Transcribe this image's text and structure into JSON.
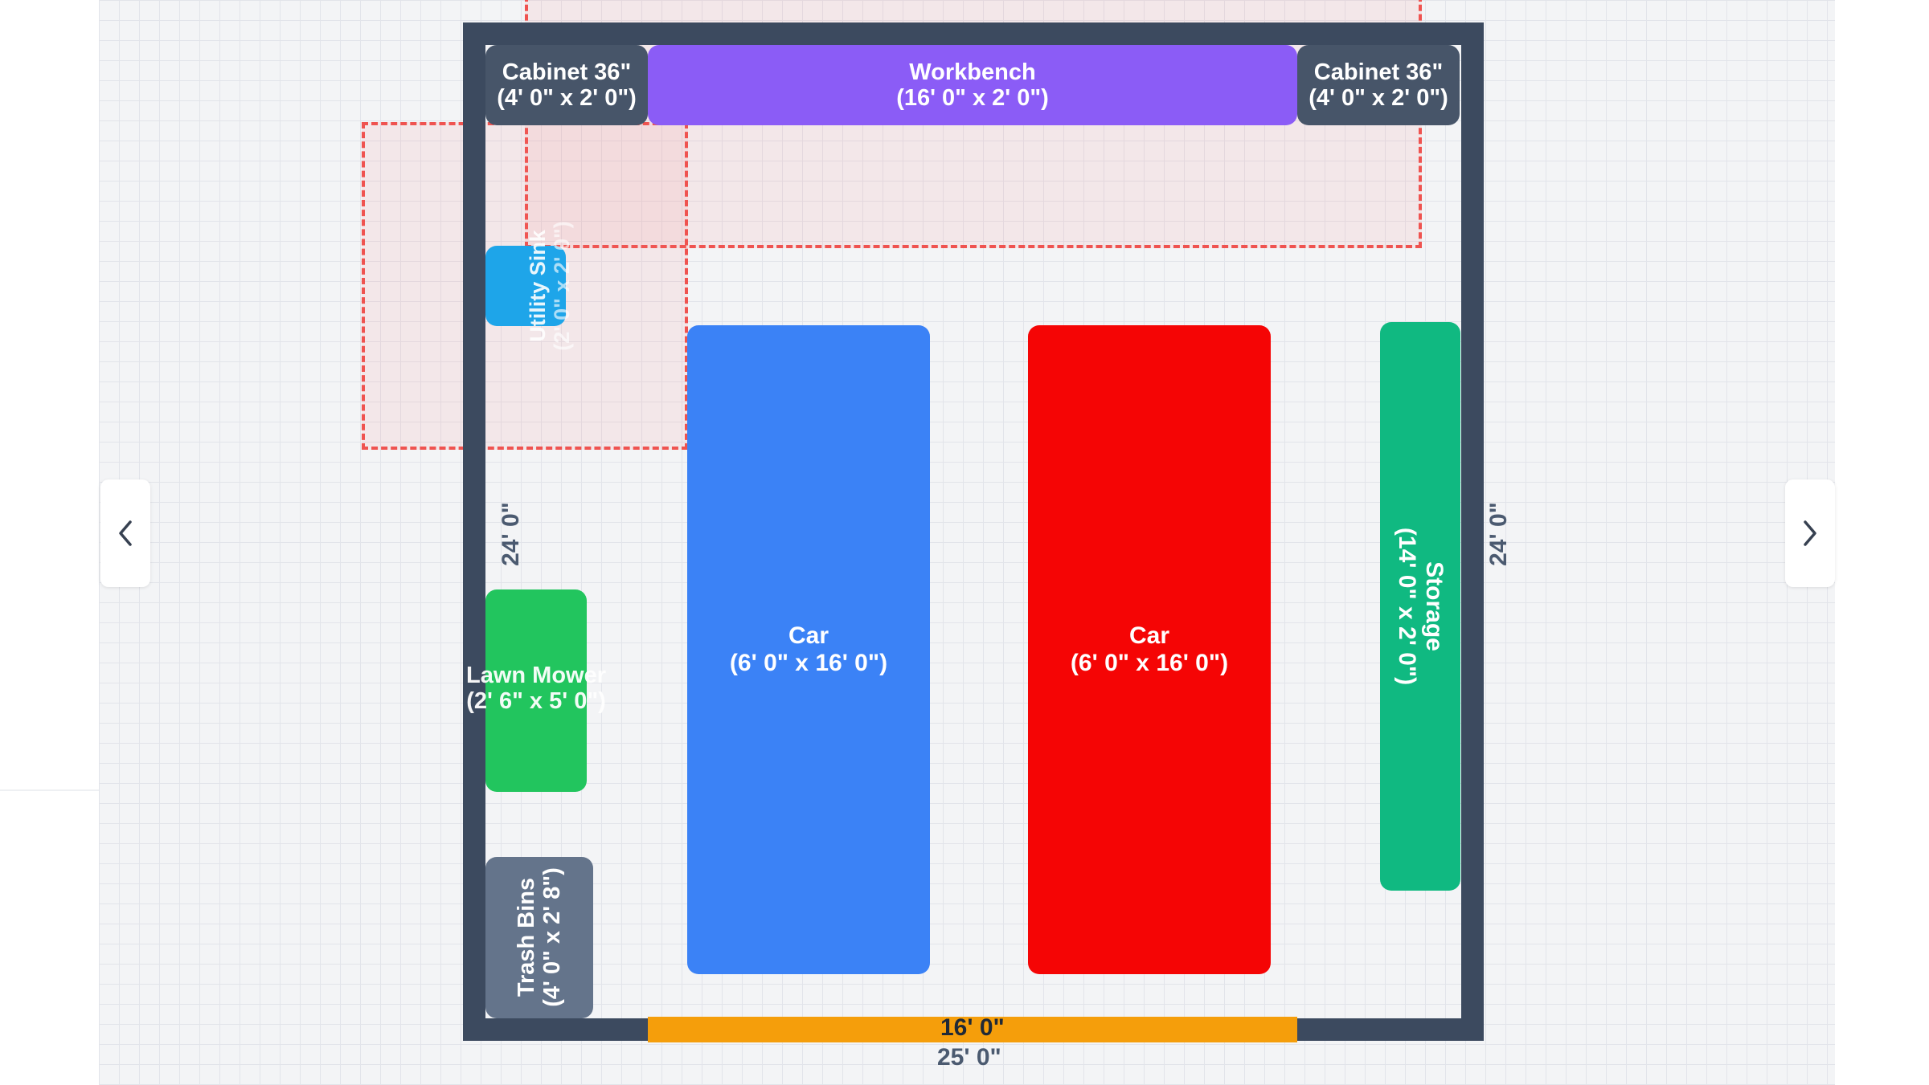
{
  "plan": {
    "dimensions": {
      "top_center": "",
      "bottom": "25' 0\"",
      "left": "24' 0\"",
      "right": "24' 0\"",
      "door": "16' 0\""
    },
    "items": {
      "cabinet_left": {
        "label": "Cabinet 36\"",
        "size": "(4' 0\" x 2' 0\")",
        "color": "#475569"
      },
      "workbench": {
        "label": "Workbench",
        "size": "(16' 0\" x 2' 0\")",
        "color": "#8b5cf6"
      },
      "cabinet_right": {
        "label": "Cabinet 36\"",
        "size": "(4' 0\" x 2' 0\")",
        "color": "#475569"
      },
      "utility_sink": {
        "label": "Utility Sink",
        "size": "(2' 0\" x 2' 0\")",
        "color": "#1ea5e9"
      },
      "car_blue": {
        "label": "Car",
        "size": "(6' 0\" x 16' 0\")",
        "color": "#3b82f6"
      },
      "car_red": {
        "label": "Car",
        "size": "(6' 0\" x 16' 0\")",
        "color": "#f50505"
      },
      "storage": {
        "label": "Storage",
        "size": "(14' 0\" x 2' 0\")",
        "color": "#10b981"
      },
      "lawn_mower": {
        "label": "Lawn Mower",
        "size": "(2' 6\" x 5' 0\")",
        "color": "#22c55e"
      },
      "trash_bins": {
        "label": "Trash Bins",
        "size": "(4' 0\" x 2' 8\")",
        "color": "#64748b"
      }
    },
    "colors": {
      "wall": "#3c4a5f",
      "door": "#f59e0b",
      "clearance": "#ef5350"
    }
  },
  "nav": {
    "prev_icon": "chevron-left-icon",
    "next_icon": "chevron-right-icon"
  }
}
